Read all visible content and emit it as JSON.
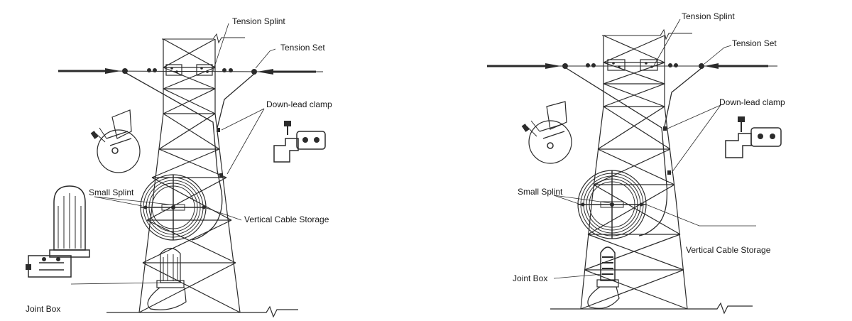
{
  "diagrams": [
    {
      "labels": {
        "tension_splint": "Tension Splint",
        "tension_set": "Tension Set",
        "down_lead_clamp": "Down-lead clamp",
        "small_splint": "Small Splint",
        "vertical_cable_storage": "Vertical Cable Storage",
        "joint_box": "Joint Box"
      }
    },
    {
      "labels": {
        "tension_splint": "Tension Splint",
        "tension_set": "Tension Set",
        "down_lead_clamp": "Down-lead clamp",
        "small_splint": "Small Splint",
        "vertical_cable_storage": "Vertical Cable Storage",
        "joint_box": "Joint Box"
      }
    }
  ],
  "colors": {
    "line": "#2b2b2b",
    "background": "#ffffff"
  }
}
